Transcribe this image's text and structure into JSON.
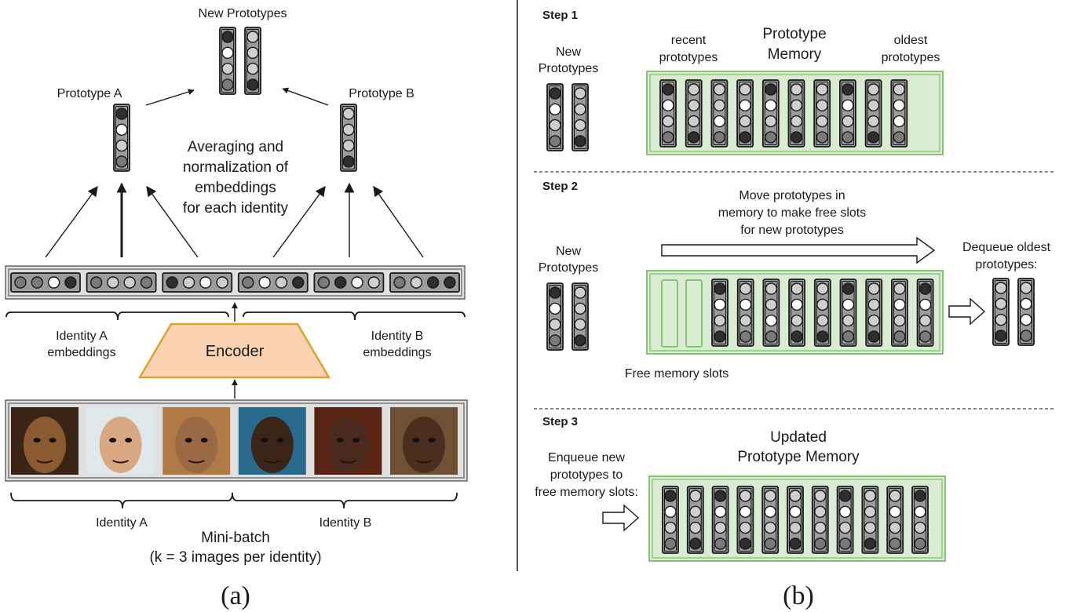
{
  "panel_a": {
    "label": "(a)",
    "new_prototypes": "New Prototypes",
    "prototype_a": "Prototype A",
    "prototype_b": "Prototype B",
    "averaging": [
      "Averaging and",
      "normalization of",
      "embeddings",
      "for each identity"
    ],
    "encoder": "Encoder",
    "identity_a_embeddings": [
      "Identity A",
      "embeddings"
    ],
    "identity_b_embeddings": [
      "Identity B",
      "embeddings"
    ],
    "identity_a": "Identity A",
    "identity_b": "Identity B",
    "mini_batch": "Mini-batch",
    "k_note": "(k = 3 images per identity)",
    "face_photos": [
      {
        "name": "face-photo-a1",
        "bg": "#3a2416",
        "skin": "#8a5a30"
      },
      {
        "name": "face-photo-a2",
        "bg": "#dfe8ea",
        "skin": "#d8a883"
      },
      {
        "name": "face-photo-a3",
        "bg": "#b07a46",
        "skin": "#9a6a44"
      },
      {
        "name": "face-photo-b1",
        "bg": "#2a6a8c",
        "skin": "#3b2418"
      },
      {
        "name": "face-photo-b2",
        "bg": "#5a2414",
        "skin": "#4a2a1c"
      },
      {
        "name": "face-photo-b3",
        "bg": "#6f5236",
        "skin": "#4a2e1e"
      }
    ],
    "embeddings": [
      [
        "g",
        "g",
        "w",
        "d"
      ],
      [
        "g",
        "l",
        "l",
        "g"
      ],
      [
        "d",
        "l",
        "w",
        "l"
      ],
      [
        "g",
        "w",
        "l",
        "d"
      ],
      [
        "g",
        "d",
        "w",
        "l"
      ],
      [
        "g",
        "l",
        "d",
        "d"
      ]
    ],
    "proto_a_dots": [
      "d",
      "w",
      "l",
      "g"
    ],
    "proto_b_dots": [
      "l",
      "l",
      "l",
      "d"
    ],
    "new_proto_dots": [
      [
        "d",
        "w",
        "l",
        "g"
      ],
      [
        "l",
        "l",
        "l",
        "d"
      ]
    ]
  },
  "panel_b": {
    "label": "(b)",
    "step1": {
      "title": "Step 1",
      "new_prototypes": [
        "New",
        "Prototypes"
      ],
      "recent": [
        "recent",
        "prototypes"
      ],
      "memory": [
        "Prototype",
        "Memory"
      ],
      "oldest": [
        "oldest",
        "prototypes"
      ],
      "new_dots": [
        [
          "d",
          "w",
          "l",
          "g"
        ],
        [
          "l",
          "l",
          "l",
          "d"
        ]
      ],
      "memory_dots": [
        [
          "d",
          "w",
          "l",
          "g"
        ],
        [
          "l",
          "l",
          "l",
          "d"
        ],
        [
          "l",
          "l",
          "w",
          "g"
        ],
        [
          "l",
          "w",
          "l",
          "d"
        ],
        [
          "d",
          "w",
          "l",
          "g"
        ],
        [
          "l",
          "l",
          "l",
          "d"
        ],
        [
          "l",
          "l",
          "l",
          "g"
        ],
        [
          "d",
          "w",
          "l",
          "g"
        ],
        [
          "l",
          "l",
          "l",
          "d"
        ],
        [
          "l",
          "w",
          "w",
          "g"
        ]
      ]
    },
    "step2": {
      "title": "Step 2",
      "new_prototypes": [
        "New",
        "Prototypes"
      ],
      "move": [
        "Move prototypes in",
        "memory to make free slots",
        "for new prototypes"
      ],
      "dequeue": [
        "Dequeue oldest",
        "prototypes:"
      ],
      "free_slots": "Free memory slots",
      "new_dots": [
        [
          "d",
          "w",
          "l",
          "g"
        ],
        [
          "l",
          "l",
          "l",
          "d"
        ]
      ],
      "memory_dots": [
        [
          "d",
          "w",
          "l",
          "d"
        ],
        [
          "l",
          "w",
          "l",
          "g"
        ],
        [
          "l",
          "l",
          "w",
          "g"
        ],
        [
          "l",
          "w",
          "l",
          "d"
        ],
        [
          "l",
          "l",
          "l",
          "d"
        ],
        [
          "d",
          "w",
          "l",
          "g"
        ],
        [
          "l",
          "l",
          "l",
          "d"
        ],
        [
          "l",
          "w",
          "l",
          "g"
        ],
        [
          "d",
          "w",
          "l",
          "g"
        ]
      ],
      "dequeued_dots": [
        [
          "l",
          "l",
          "l",
          "d"
        ],
        [
          "l",
          "w",
          "w",
          "g"
        ]
      ]
    },
    "step3": {
      "title": "Step 3",
      "updated": [
        "Updated",
        "Prototype Memory"
      ],
      "enqueue": [
        "Enqueue new",
        "prototypes to",
        "free memory slots:"
      ],
      "memory_dots": [
        [
          "d",
          "w",
          "l",
          "g"
        ],
        [
          "l",
          "l",
          "l",
          "d"
        ],
        [
          "d",
          "w",
          "l",
          "g"
        ],
        [
          "l",
          "w",
          "l",
          "d"
        ],
        [
          "l",
          "w",
          "l",
          "g"
        ],
        [
          "l",
          "w",
          "l",
          "d"
        ],
        [
          "l",
          "l",
          "l",
          "g"
        ],
        [
          "d",
          "w",
          "l",
          "g"
        ],
        [
          "l",
          "l",
          "l",
          "d"
        ],
        [
          "l",
          "w",
          "l",
          "g"
        ],
        [
          "d",
          "w",
          "l",
          "g"
        ]
      ]
    }
  },
  "colors": {
    "dot_dark": "#2e2e2e",
    "dot_gray": "#7a7a7a",
    "dot_light": "#cfcfcf",
    "dot_white": "#ffffff",
    "column_fill": "#9c9c9c",
    "memory_fill": "#d9ecd2",
    "memory_stroke": "#7bbf6a",
    "encoder_fill": "#fbd3b3",
    "encoder_stroke": "#d9a42a",
    "bar_fill": "#d8d8d8"
  }
}
